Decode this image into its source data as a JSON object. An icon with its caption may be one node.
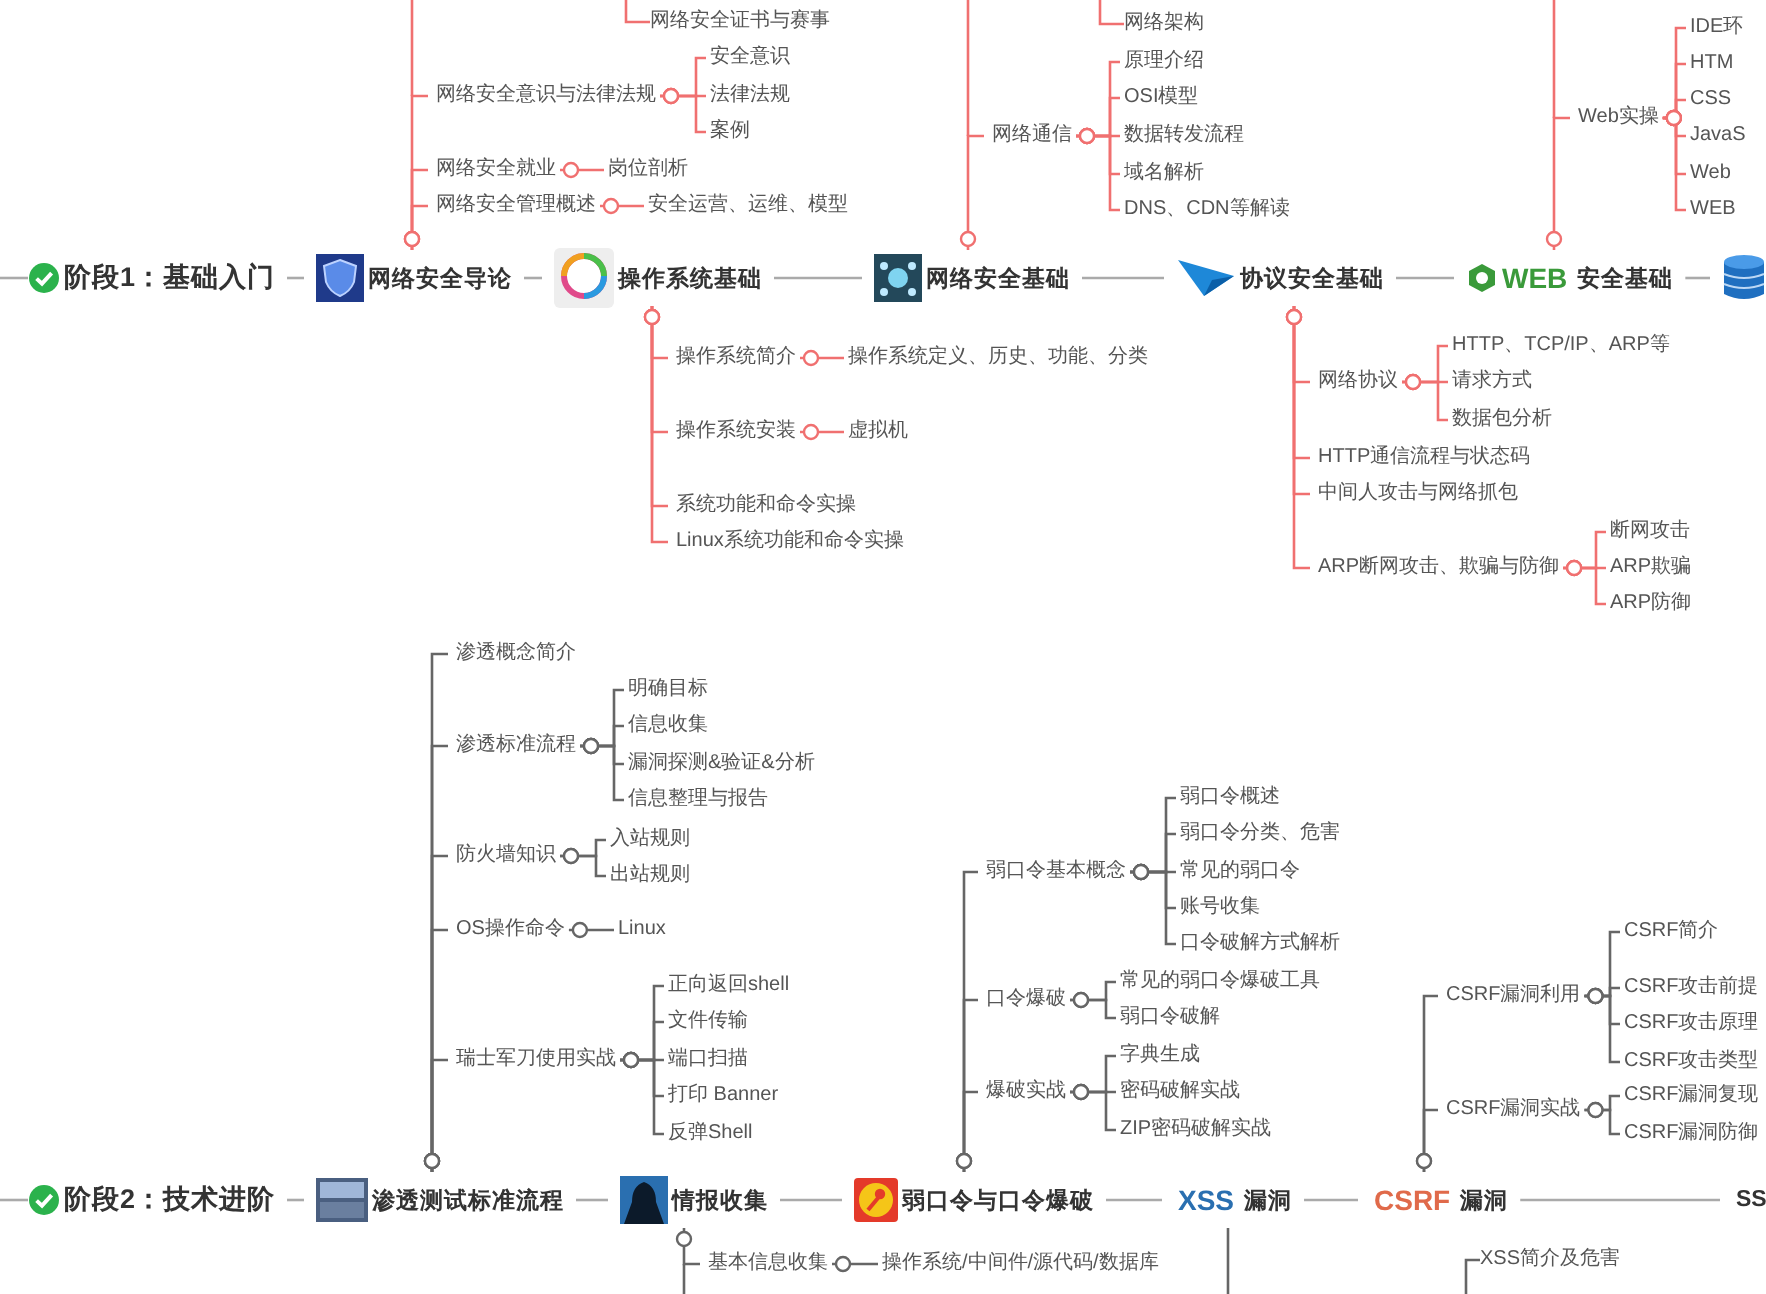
{
  "diagram": {
    "nodes": [
      {
        "text": [
          "阶段1：基础入门"
        ]
      },
      {
        "text": [
          "网络安全导论"
        ]
      },
      {
        "text": [
          "操作系统基础"
        ]
      },
      {
        "text": [
          "网络安全基础"
        ]
      },
      {
        "text": [
          "协议安全基础"
        ]
      },
      {
        "text": [
          "WEB",
          "安全基础"
        ]
      },
      {
        "text": [],
        "shape": "cylinder"
      },
      {
        "text": [
          "网络安全证书与赛事"
        ]
      },
      {
        "text": [
          "网络安全意识与法律法规"
        ]
      },
      {
        "text": [
          "安全意识"
        ]
      },
      {
        "text": [
          "法律法规"
        ]
      },
      {
        "text": [
          "案例"
        ]
      },
      {
        "text": [
          "网络安全就业"
        ]
      },
      {
        "text": [
          "岗位剖析"
        ]
      },
      {
        "text": [
          "网络安全管理概述"
        ]
      },
      {
        "text": [
          "安全运营、运维、模型"
        ]
      },
      {
        "text": [
          "网络架构"
        ]
      },
      {
        "text": [
          "网络通信"
        ]
      },
      {
        "text": [
          "原理介绍"
        ]
      },
      {
        "text": [
          "OSI模型"
        ]
      },
      {
        "text": [
          "数据转发流程"
        ]
      },
      {
        "text": [
          "域名解析"
        ]
      },
      {
        "text": [
          "DNS、CDN等解读"
        ]
      },
      {
        "text": [
          "Web实操"
        ]
      },
      {
        "text": [
          "IDE环"
        ]
      },
      {
        "text": [
          "HTM"
        ]
      },
      {
        "text": [
          "CSS"
        ]
      },
      {
        "text": [
          "JavaS"
        ]
      },
      {
        "text": [
          "Web"
        ]
      },
      {
        "text": [
          "WEB"
        ]
      },
      {
        "text": [
          "操作系统简介"
        ]
      },
      {
        "text": [
          "操作系统定义、历史、功能、分类"
        ]
      },
      {
        "text": [
          "操作系统安装"
        ]
      },
      {
        "text": [
          "虚拟机"
        ]
      },
      {
        "text": [
          "系统功能和命令实操"
        ]
      },
      {
        "text": [
          "Linux系统功能和命令实操"
        ]
      },
      {
        "text": [
          "网络协议"
        ]
      },
      {
        "text": [
          "HTTP、TCP/IP、ARP等"
        ]
      },
      {
        "text": [
          "请求方式"
        ]
      },
      {
        "text": [
          "数据包分析"
        ]
      },
      {
        "text": [
          "HTTP通信流程与状态码"
        ]
      },
      {
        "text": [
          "中间人攻击与网络抓包"
        ]
      },
      {
        "text": [
          "ARP断网攻击、欺骗与防御"
        ]
      },
      {
        "text": [
          "断网攻击"
        ]
      },
      {
        "text": [
          "ARP欺骗"
        ]
      },
      {
        "text": [
          "ARP防御"
        ]
      },
      {
        "text": [
          "阶段2：技术进阶"
        ]
      },
      {
        "text": [
          "渗透测试标准流程"
        ]
      },
      {
        "text": [
          "情报收集"
        ]
      },
      {
        "text": [
          "弱口令与口令爆破"
        ]
      },
      {
        "text": [
          "XSS",
          "漏洞"
        ]
      },
      {
        "text": [
          "CSRF",
          "漏洞"
        ]
      },
      {
        "text": [
          "SS"
        ]
      },
      {
        "text": [
          "渗透概念简介"
        ]
      },
      {
        "text": [
          "渗透标准流程"
        ]
      },
      {
        "text": [
          "明确目标"
        ]
      },
      {
        "text": [
          "信息收集"
        ]
      },
      {
        "text": [
          "漏洞探测&验证&分析"
        ]
      },
      {
        "text": [
          "信息整理与报告"
        ]
      },
      {
        "text": [
          "防火墙知识"
        ]
      },
      {
        "text": [
          "入站规则"
        ]
      },
      {
        "text": [
          "出站规则"
        ]
      },
      {
        "text": [
          "OS操作命令"
        ]
      },
      {
        "text": [
          "Linux"
        ]
      },
      {
        "text": [
          "瑞士军刀使用实战"
        ]
      },
      {
        "text": [
          "正向返回shell"
        ]
      },
      {
        "text": [
          "文件传输"
        ]
      },
      {
        "text": [
          "端口扫描"
        ]
      },
      {
        "text": [
          "打印 Banner"
        ]
      },
      {
        "text": [
          "反弹Shell"
        ]
      },
      {
        "text": [
          "弱口令基本概念"
        ]
      },
      {
        "text": [
          "弱口令概述"
        ]
      },
      {
        "text": [
          "弱口令分类、危害"
        ]
      },
      {
        "text": [
          "常见的弱口令"
        ]
      },
      {
        "text": [
          "账号收集"
        ]
      },
      {
        "text": [
          "口令破解方式解析"
        ]
      },
      {
        "text": [
          "口令爆破"
        ]
      },
      {
        "text": [
          "常见的弱口令爆破工具"
        ]
      },
      {
        "text": [
          "弱口令破解"
        ]
      },
      {
        "text": [
          "爆破实战"
        ]
      },
      {
        "text": [
          "字典生成"
        ]
      },
      {
        "text": [
          "密码破解实战"
        ]
      },
      {
        "text": [
          "ZIP密码破解实战"
        ]
      },
      {
        "text": [
          "CSRF漏洞利用"
        ]
      },
      {
        "text": [
          "CSRF简介"
        ]
      },
      {
        "text": [
          "CSRF攻击前提"
        ]
      },
      {
        "text": [
          "CSRF攻击原理"
        ]
      },
      {
        "text": [
          "CSRF攻击类型"
        ]
      },
      {
        "text": [
          "CSRF漏洞实战"
        ]
      },
      {
        "text": [
          "CSRF漏洞复现"
        ]
      },
      {
        "text": [
          "CSRF漏洞防御"
        ]
      },
      {
        "text": [
          "基本信息收集"
        ]
      },
      {
        "text": [
          "操作系统/中间件/源代码/数据库"
        ]
      },
      {
        "text": [
          "XSS简介及危害"
        ]
      }
    ],
    "edges": [
      {
        "from": null,
        "to": 0,
        "arrow": "none",
        "color": "#aaaaaa"
      },
      {
        "from": 0,
        "to": 1,
        "arrow": "none",
        "color": "#aaaaaa"
      },
      {
        "from": 1,
        "to": 2,
        "arrow": "none",
        "color": "#aaaaaa"
      },
      {
        "from": 2,
        "to": 3,
        "arrow": "none",
        "color": "#aaaaaa"
      },
      {
        "from": 3,
        "to": 4,
        "arrow": "none",
        "color": "#aaaaaa"
      },
      {
        "from": 4,
        "to": 5,
        "arrow": "none",
        "color": "#aaaaaa"
      },
      {
        "from": 5,
        "to": 6,
        "arrow": "none",
        "color": "#aaaaaa"
      },
      {
        "from": null,
        "to": 7,
        "arrow": "none",
        "color": "#f07070"
      },
      {
        "from": 1,
        "to": 8,
        "arrow": "other",
        "color": "#f07070"
      },
      {
        "from": 8,
        "to": 9,
        "arrow": "other",
        "color": "#f07070"
      },
      {
        "from": 8,
        "to": 10,
        "arrow": "other",
        "color": "#f07070"
      },
      {
        "from": 8,
        "to": 11,
        "arrow": "other",
        "color": "#f07070"
      },
      {
        "from": 1,
        "to": 12,
        "arrow": "other",
        "color": "#f07070"
      },
      {
        "from": 12,
        "to": 13,
        "arrow": "other",
        "color": "#f07070"
      },
      {
        "from": 1,
        "to": 14,
        "arrow": "other",
        "color": "#f07070"
      },
      {
        "from": 14,
        "to": 15,
        "arrow": "other",
        "color": "#f07070"
      },
      {
        "from": null,
        "to": 16,
        "arrow": "none",
        "color": "#f07070"
      },
      {
        "from": 3,
        "to": 17,
        "arrow": "other",
        "color": "#f07070"
      },
      {
        "from": 17,
        "to": 18,
        "arrow": "other",
        "color": "#f07070"
      },
      {
        "from": 17,
        "to": 19,
        "arrow": "other",
        "color": "#f07070"
      },
      {
        "from": 17,
        "to": 20,
        "arrow": "other",
        "color": "#f07070"
      },
      {
        "from": 17,
        "to": 21,
        "arrow": "other",
        "color": "#f07070"
      },
      {
        "from": 17,
        "to": 22,
        "arrow": "other",
        "color": "#f07070"
      },
      {
        "from": 5,
        "to": 23,
        "arrow": "other",
        "color": "#f07070"
      },
      {
        "from": 23,
        "to": 24,
        "arrow": "other",
        "color": "#f07070"
      },
      {
        "from": 23,
        "to": 25,
        "arrow": "other",
        "color": "#f07070"
      },
      {
        "from": 23,
        "to": 26,
        "arrow": "other",
        "color": "#f07070"
      },
      {
        "from": 23,
        "to": 27,
        "arrow": "other",
        "color": "#f07070"
      },
      {
        "from": 23,
        "to": 28,
        "arrow": "other",
        "color": "#f07070"
      },
      {
        "from": 23,
        "to": 29,
        "arrow": "other",
        "color": "#f07070"
      },
      {
        "from": 2,
        "to": 30,
        "arrow": "other",
        "color": "#f07070"
      },
      {
        "from": 30,
        "to": 31,
        "arrow": "other",
        "color": "#f07070"
      },
      {
        "from": 2,
        "to": 32,
        "arrow": "other",
        "color": "#f07070"
      },
      {
        "from": 32,
        "to": 33,
        "arrow": "other",
        "color": "#f07070"
      },
      {
        "from": 2,
        "to": 34,
        "arrow": "other",
        "color": "#f07070"
      },
      {
        "from": 2,
        "to": 35,
        "arrow": "other",
        "color": "#f07070"
      },
      {
        "from": 4,
        "to": 36,
        "arrow": "other",
        "color": "#f07070"
      },
      {
        "from": 36,
        "to": 37,
        "arrow": "other",
        "color": "#f07070"
      },
      {
        "from": 36,
        "to": 38,
        "arrow": "other",
        "color": "#f07070"
      },
      {
        "from": 36,
        "to": 39,
        "arrow": "other",
        "color": "#f07070"
      },
      {
        "from": 4,
        "to": 40,
        "arrow": "other",
        "color": "#f07070"
      },
      {
        "from": 4,
        "to": 41,
        "arrow": "other",
        "color": "#f07070"
      },
      {
        "from": 4,
        "to": 42,
        "arrow": "other",
        "color": "#f07070"
      },
      {
        "from": 42,
        "to": 43,
        "arrow": "other",
        "color": "#f07070"
      },
      {
        "from": 42,
        "to": 44,
        "arrow": "other",
        "color": "#f07070"
      },
      {
        "from": 42,
        "to": 45,
        "arrow": "other",
        "color": "#f07070"
      },
      {
        "from": null,
        "to": 46,
        "arrow": "none",
        "color": "#aaaaaa"
      },
      {
        "from": 46,
        "to": 47,
        "arrow": "none",
        "color": "#aaaaaa"
      },
      {
        "from": 47,
        "to": 48,
        "arrow": "none",
        "color": "#aaaaaa"
      },
      {
        "from": 48,
        "to": 49,
        "arrow": "none",
        "color": "#aaaaaa"
      },
      {
        "from": 49,
        "to": 50,
        "arrow": "none",
        "color": "#aaaaaa"
      },
      {
        "from": 50,
        "to": 51,
        "arrow": "none",
        "color": "#aaaaaa"
      },
      {
        "from": 51,
        "to": 52,
        "arrow": "none",
        "color": "#aaaaaa"
      },
      {
        "from": 47,
        "to": 53,
        "arrow": "other"
      },
      {
        "from": 47,
        "to": 54,
        "arrow": "other"
      },
      {
        "from": 54,
        "to": 55,
        "arrow": "other"
      },
      {
        "from": 54,
        "to": 56,
        "arrow": "other"
      },
      {
        "from": 54,
        "to": 57,
        "arrow": "other"
      },
      {
        "from": 54,
        "to": 58,
        "arrow": "other"
      },
      {
        "from": 47,
        "to": 59,
        "arrow": "other"
      },
      {
        "from": 59,
        "to": 60,
        "arrow": "other"
      },
      {
        "from": 59,
        "to": 61,
        "arrow": "other"
      },
      {
        "from": 47,
        "to": 62,
        "arrow": "other"
      },
      {
        "from": 62,
        "to": 63,
        "arrow": "other"
      },
      {
        "from": 47,
        "to": 64,
        "arrow": "other"
      },
      {
        "from": 64,
        "to": 65,
        "arrow": "other"
      },
      {
        "from": 64,
        "to": 66,
        "arrow": "other"
      },
      {
        "from": 64,
        "to": 67,
        "arrow": "other"
      },
      {
        "from": 64,
        "to": 68,
        "arrow": "other"
      },
      {
        "from": 64,
        "to": 69,
        "arrow": "other"
      },
      {
        "from": 49,
        "to": 70,
        "arrow": "other"
      },
      {
        "from": 70,
        "to": 71,
        "arrow": "other"
      },
      {
        "from": 70,
        "to": 72,
        "arrow": "other"
      },
      {
        "from": 70,
        "to": 73,
        "arrow": "other"
      },
      {
        "from": 70,
        "to": 74,
        "arrow": "other"
      },
      {
        "from": 70,
        "to": 75,
        "arrow": "other"
      },
      {
        "from": 49,
        "to": 76,
        "arrow": "other"
      },
      {
        "from": 76,
        "to": 77,
        "arrow": "other"
      },
      {
        "from": 76,
        "to": 78,
        "arrow": "other"
      },
      {
        "from": 49,
        "to": 79,
        "arrow": "other"
      },
      {
        "from": 79,
        "to": 80,
        "arrow": "other"
      },
      {
        "from": 79,
        "to": 81,
        "arrow": "other"
      },
      {
        "from": 79,
        "to": 82,
        "arrow": "other"
      },
      {
        "from": 51,
        "to": 83,
        "arrow": "other"
      },
      {
        "from": 83,
        "to": 84,
        "arrow": "other"
      },
      {
        "from": 83,
        "to": 85,
        "arrow": "other"
      },
      {
        "from": 83,
        "to": 86,
        "arrow": "other"
      },
      {
        "from": 83,
        "to": 87,
        "arrow": "other"
      },
      {
        "from": 51,
        "to": 88,
        "arrow": "other"
      },
      {
        "from": 88,
        "to": 89,
        "arrow": "other"
      },
      {
        "from": 88,
        "to": 90,
        "arrow": "other"
      },
      {
        "from": 48,
        "to": 91,
        "arrow": "other"
      },
      {
        "from": 91,
        "to": 92,
        "arrow": "other"
      },
      {
        "from": null,
        "to": 93,
        "arrow": "none"
      }
    ]
  }
}
